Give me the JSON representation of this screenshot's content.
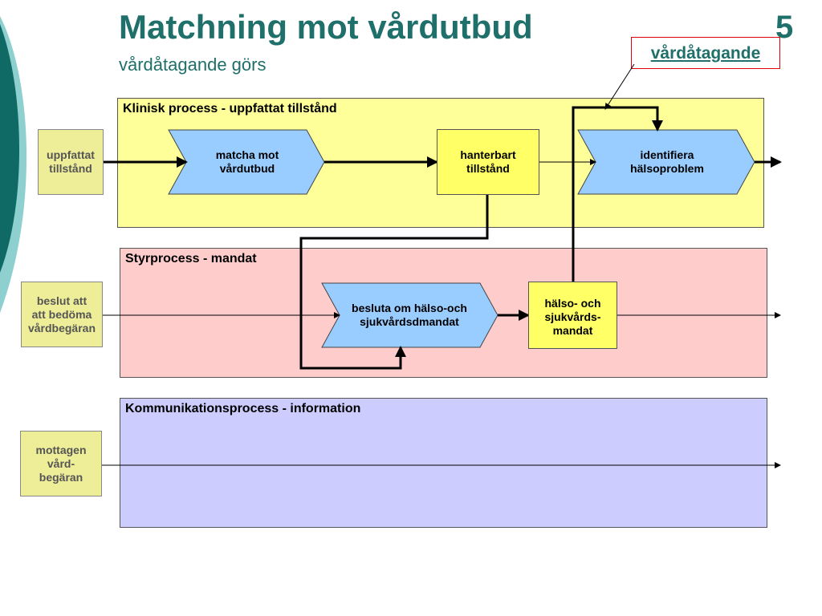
{
  "header": {
    "title": "Matchning mot vårdutbud",
    "subtitle": "vårdåtagande görs",
    "slide_number": "5",
    "callout": "vårdåtagande"
  },
  "lanes": [
    {
      "label": "Klinisk process - uppfattat tillstånd"
    },
    {
      "label": "Styrprocess - mandat"
    },
    {
      "label": "Kommunikationsprocess - information"
    }
  ],
  "inputs": [
    {
      "text": "uppfattat\ntillstånd"
    },
    {
      "text": "beslut att\natt bedöma\nvårdbegäran"
    },
    {
      "text": "mottagen\nvård-\nbegäran"
    }
  ],
  "processes": [
    {
      "text": "matcha mot\nvårdutbud"
    },
    {
      "text": "identifiera\nhälsoproblem"
    },
    {
      "text": "besluta om hälso-och\nsjukvårdsdmandat"
    }
  ],
  "states": [
    {
      "text": "hanterbart\ntillstånd"
    },
    {
      "text": "hälso- och\nsjukvårds-\nmandat"
    }
  ],
  "colors": {
    "title": "#1f6f6b",
    "lane_clinical": "#ffff99",
    "lane_control": "#ffcccc",
    "lane_communication": "#ccccff",
    "process": "#99ccff",
    "state": "#ffff66",
    "input": "#eeee99",
    "callout_border": "#e0000c"
  }
}
